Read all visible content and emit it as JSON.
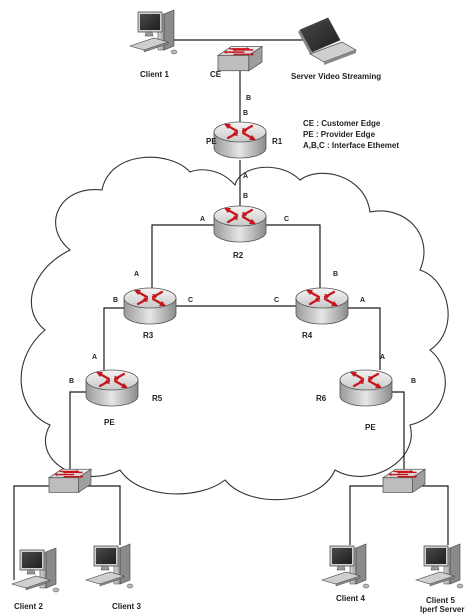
{
  "legend": {
    "line1": "CE : Customer Edge",
    "line2": "PE : Provider Edge",
    "line3": "A,B,C : Interface Ethemet"
  },
  "devices": {
    "client1": "Client 1",
    "ce": "CE",
    "server": "Server Video Streaming",
    "pe_top": "PE",
    "r1": "R1",
    "r2": "R2",
    "r3": "R3",
    "r4": "R4",
    "r5": "R5",
    "r6": "R6",
    "pe_left": "PE",
    "pe_right": "PE",
    "client2": "Client 2",
    "client3": "Client 3",
    "client4": "Client 4",
    "client5": "Client 5",
    "iperf": "Iperf Server"
  },
  "interfaces": {
    "ce_b": "B",
    "r1_b": "B",
    "r1_a": "A",
    "r2_b": "B",
    "r2_a": "A",
    "r2_c": "C",
    "r3_a": "A",
    "r3_b": "B",
    "r3_c": "C",
    "r4_c": "C",
    "r4_b": "B",
    "r4_a": "A",
    "r5_a": "A",
    "r5_b": "B",
    "r6_a": "A",
    "r6_b": "B"
  }
}
